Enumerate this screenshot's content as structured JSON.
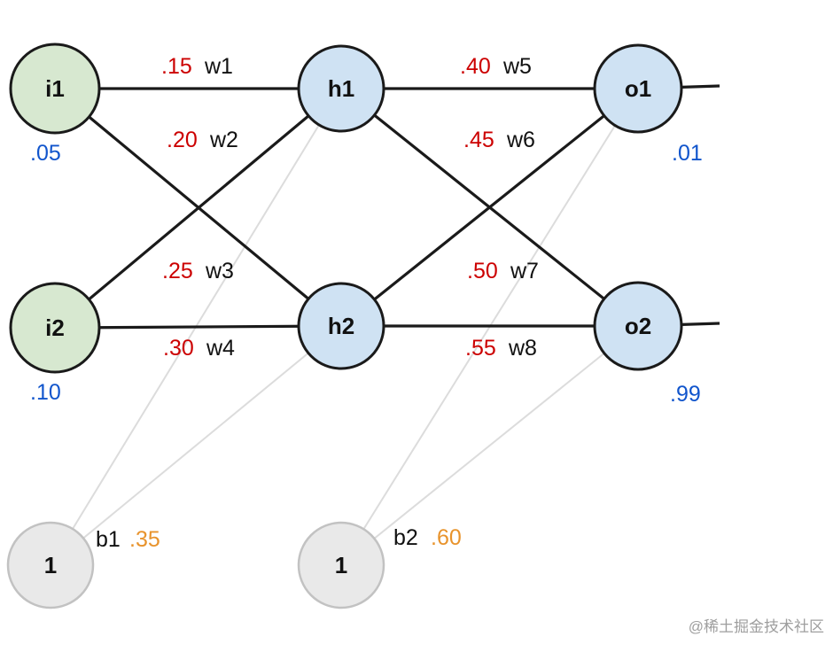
{
  "diagram": {
    "type": "feedforward-neural-network",
    "layers": [
      "input",
      "hidden",
      "output"
    ],
    "nodes": {
      "i1": {
        "label": "i1",
        "value": ".05"
      },
      "i2": {
        "label": "i2",
        "value": ".10"
      },
      "h1": {
        "label": "h1"
      },
      "h2": {
        "label": "h2"
      },
      "o1": {
        "label": "o1",
        "value": ".01"
      },
      "o2": {
        "label": "o2",
        "value": ".99"
      },
      "b1": {
        "label": "1",
        "name": "b1",
        "value": ".35"
      },
      "b2": {
        "label": "1",
        "name": "b2",
        "value": ".60"
      }
    },
    "weights": {
      "w1": {
        "value": ".15",
        "name": "w1",
        "from": "i1",
        "to": "h1"
      },
      "w2": {
        "value": ".20",
        "name": "w2",
        "from": "i1",
        "to": "h2"
      },
      "w3": {
        "value": ".25",
        "name": "w3",
        "from": "i2",
        "to": "h1"
      },
      "w4": {
        "value": ".30",
        "name": "w4",
        "from": "i2",
        "to": "h2"
      },
      "w5": {
        "value": ".40",
        "name": "w5",
        "from": "h1",
        "to": "o1"
      },
      "w6": {
        "value": ".45",
        "name": "w6",
        "from": "h1",
        "to": "o2"
      },
      "w7": {
        "value": ".50",
        "name": "w7",
        "from": "h2",
        "to": "o1"
      },
      "w8": {
        "value": ".55",
        "name": "w8",
        "from": "h2",
        "to": "o2"
      }
    }
  },
  "colors": {
    "input_fill": "#d7e8d0",
    "hidden_fill": "#cfe2f3",
    "output_fill": "#cfe2f3",
    "bias_fill": "#e9e9e9",
    "edge": "#1a1a1a",
    "bias_edge": "#dcdcdc",
    "node_label": "#111111",
    "weight_value": "#cc0000",
    "weight_name": "#111111",
    "node_value": "#1155cc",
    "bias_value": "#e8932c",
    "watermark": "#9e9e9e"
  },
  "watermark": "@稀土掘金技术社区"
}
